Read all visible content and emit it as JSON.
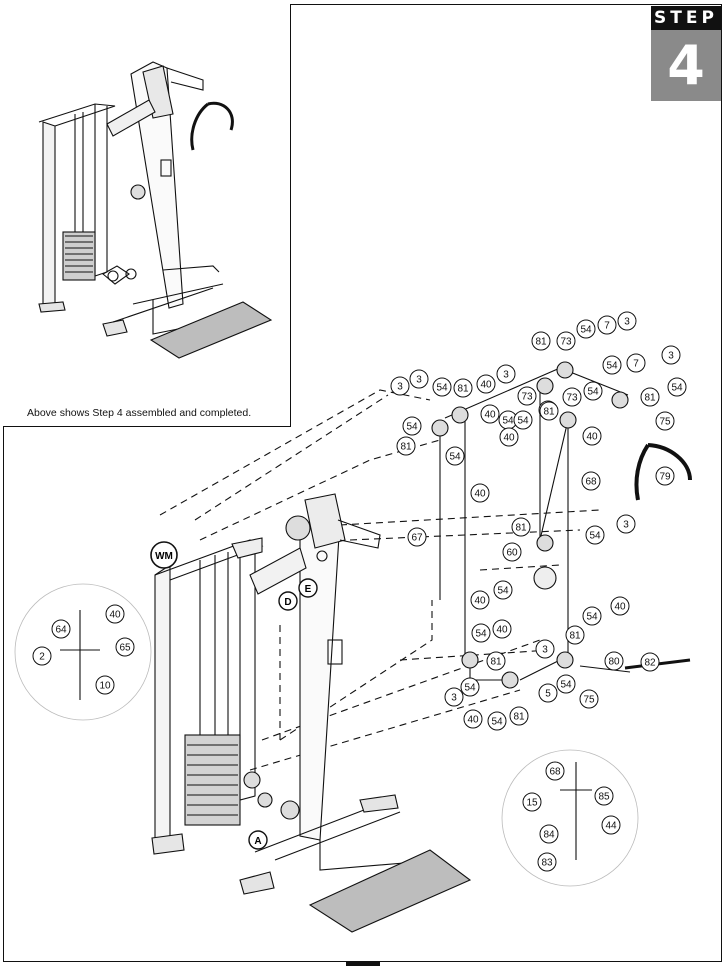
{
  "step_badge": {
    "word": "STEP",
    "number": "4"
  },
  "inset_caption": "Above shows Step 4 assembled and completed.",
  "part_labels": [
    "3",
    "54",
    "7",
    "3",
    "81",
    "73",
    "54",
    "7",
    "3",
    "54",
    "73",
    "54",
    "81",
    "40",
    "3",
    "3",
    "54",
    "81",
    "81",
    "54",
    "54",
    "40",
    "73",
    "40",
    "54",
    "40",
    "81",
    "54",
    "40",
    "81",
    "75",
    "79",
    "68",
    "67",
    "81",
    "60",
    "54",
    "3",
    "40",
    "54",
    "40",
    "54",
    "40",
    "81",
    "54",
    "81",
    "3",
    "3",
    "54",
    "5",
    "54",
    "75",
    "80",
    "82",
    "40",
    "54",
    "81",
    "68",
    "15",
    "85",
    "44",
    "84",
    "83",
    "64",
    "40",
    "65",
    "2",
    "10"
  ],
  "letter_labels": [
    "WM",
    "D",
    "E",
    "A"
  ],
  "colors": {
    "line": "#111111",
    "badge_bg": "#8a8a8a",
    "badge_top": "#111111"
  }
}
